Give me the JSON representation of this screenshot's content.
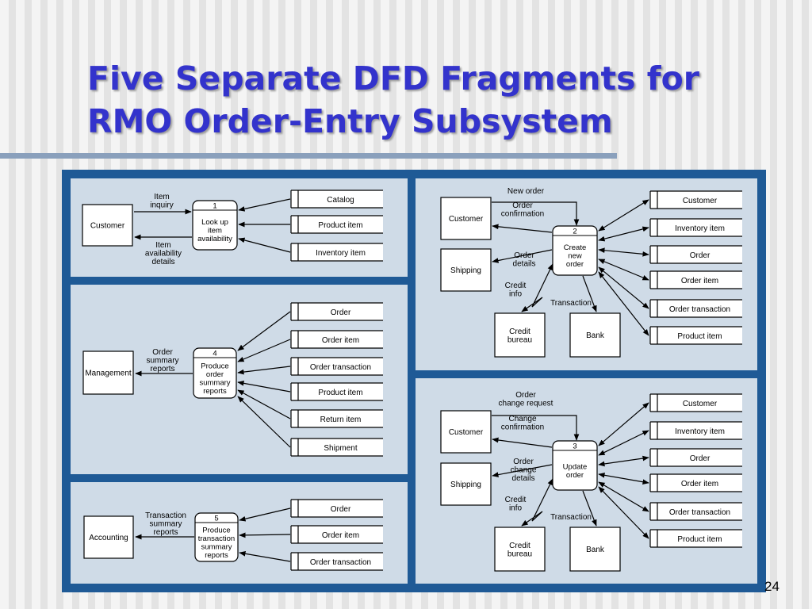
{
  "title": {
    "line1": "Five Separate DFD Fragments for",
    "line2": "RMO Order-Entry Subsystem"
  },
  "page_number": "24",
  "fragments": {
    "f1": {
      "process_number": "1",
      "process_label": [
        "Look up",
        "item",
        "availability"
      ],
      "entity": "Customer",
      "flow_in": [
        "Item",
        "inquiry"
      ],
      "flow_out": [
        "Item",
        "availability",
        "details"
      ],
      "stores": [
        "Catalog",
        "Product item",
        "Inventory item"
      ]
    },
    "f2": {
      "process_number": "2",
      "process_label": [
        "Create",
        "new",
        "order"
      ],
      "entities": {
        "customer": "Customer",
        "shipping": "Shipping",
        "credit_bureau": [
          "Credit",
          "bureau"
        ],
        "bank": "Bank"
      },
      "flows": {
        "new_order": [
          "New order"
        ],
        "order_confirmation": [
          "Order",
          "confirmation"
        ],
        "order_details": [
          "Order",
          "details"
        ],
        "credit_info": [
          "Credit",
          "info"
        ],
        "transaction": [
          "Transaction"
        ]
      },
      "stores": [
        "Customer",
        "Inventory item",
        "Order",
        "Order item",
        "Order transaction",
        "Product item"
      ]
    },
    "f3": {
      "process_number": "3",
      "process_label": [
        "Update",
        "order"
      ],
      "entities": {
        "customer": "Customer",
        "shipping": "Shipping",
        "credit_bureau": [
          "Credit",
          "bureau"
        ],
        "bank": "Bank"
      },
      "flows": {
        "order_change_request": [
          "Order",
          "change request"
        ],
        "change_confirmation": [
          "Change",
          "confirmation"
        ],
        "order_change_details": [
          "Order",
          "change",
          "details"
        ],
        "credit_info": [
          "Credit",
          "info"
        ],
        "transaction": [
          "Transaction"
        ]
      },
      "stores": [
        "Customer",
        "Inventory item",
        "Order",
        "Order item",
        "Order transaction",
        "Product item"
      ]
    },
    "f4": {
      "process_number": "4",
      "process_label": [
        "Produce",
        "order",
        "summary",
        "reports"
      ],
      "entity": "Management",
      "flow_out": [
        "Order",
        "summary",
        "reports"
      ],
      "stores": [
        "Order",
        "Order item",
        "Order transaction",
        "Product item",
        "Return item",
        "Shipment"
      ]
    },
    "f5": {
      "process_number": "5",
      "process_label": [
        "Produce",
        "transaction",
        "summary",
        "reports"
      ],
      "entity": "Accounting",
      "flow_out": [
        "Transaction",
        "summary",
        "reports"
      ],
      "stores": [
        "Order",
        "Order item",
        "Order transaction"
      ]
    }
  }
}
